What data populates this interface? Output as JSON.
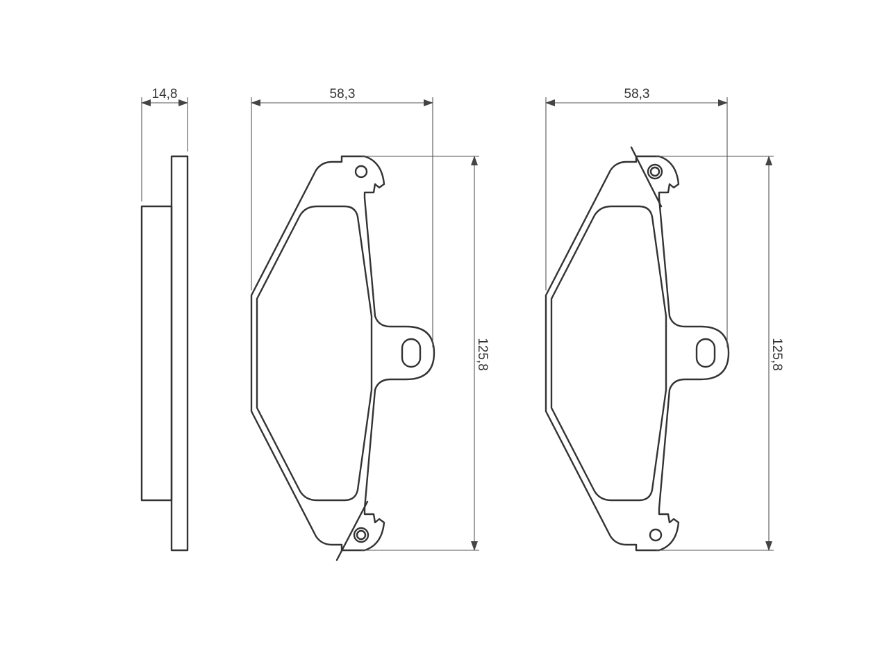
{
  "dimensions": {
    "thickness": "14,8",
    "width_left": "58,3",
    "width_right": "58,3",
    "height_left": "125,8",
    "height_right": "125,8"
  },
  "colors": {
    "line": "#333333",
    "dimension_line": "#555555",
    "background": "#ffffff"
  }
}
